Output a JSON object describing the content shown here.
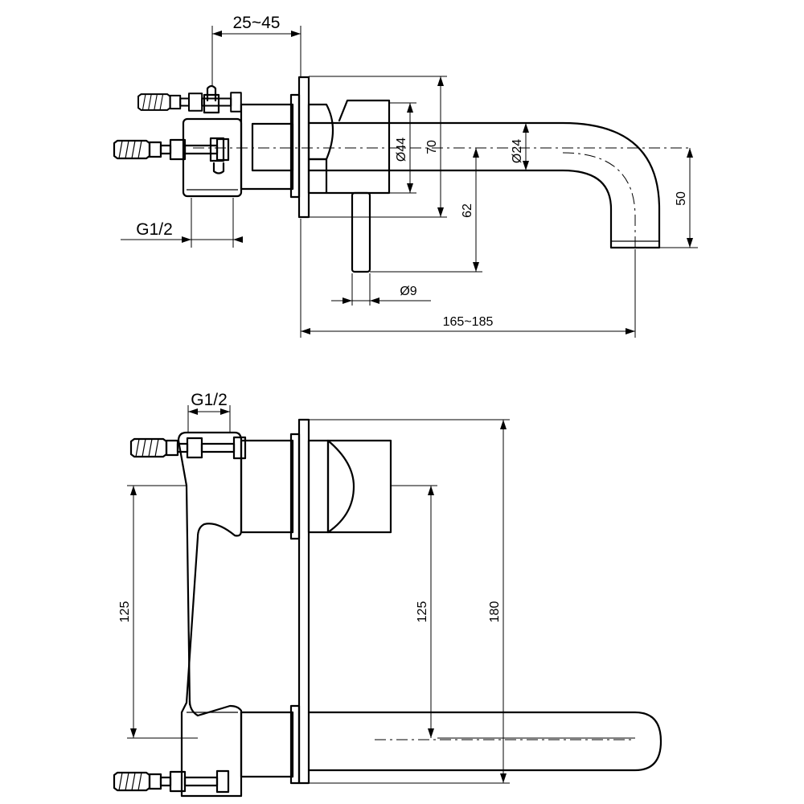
{
  "top_view": {
    "dim_depth": "25~45",
    "dim_thread": "G1/2",
    "dim_rosette_dia": "Ø44",
    "dim_rosette_height": "70",
    "dim_spout_dia": "Ø24",
    "dim_lever_drop": "62",
    "dim_spout_drop": "50",
    "dim_lever_dia": "Ø9",
    "dim_projection": "165~185"
  },
  "bottom_view": {
    "dim_thread": "G1/2",
    "dim_centers_left": "125",
    "dim_centers_right": "125",
    "dim_plate_height": "180"
  }
}
